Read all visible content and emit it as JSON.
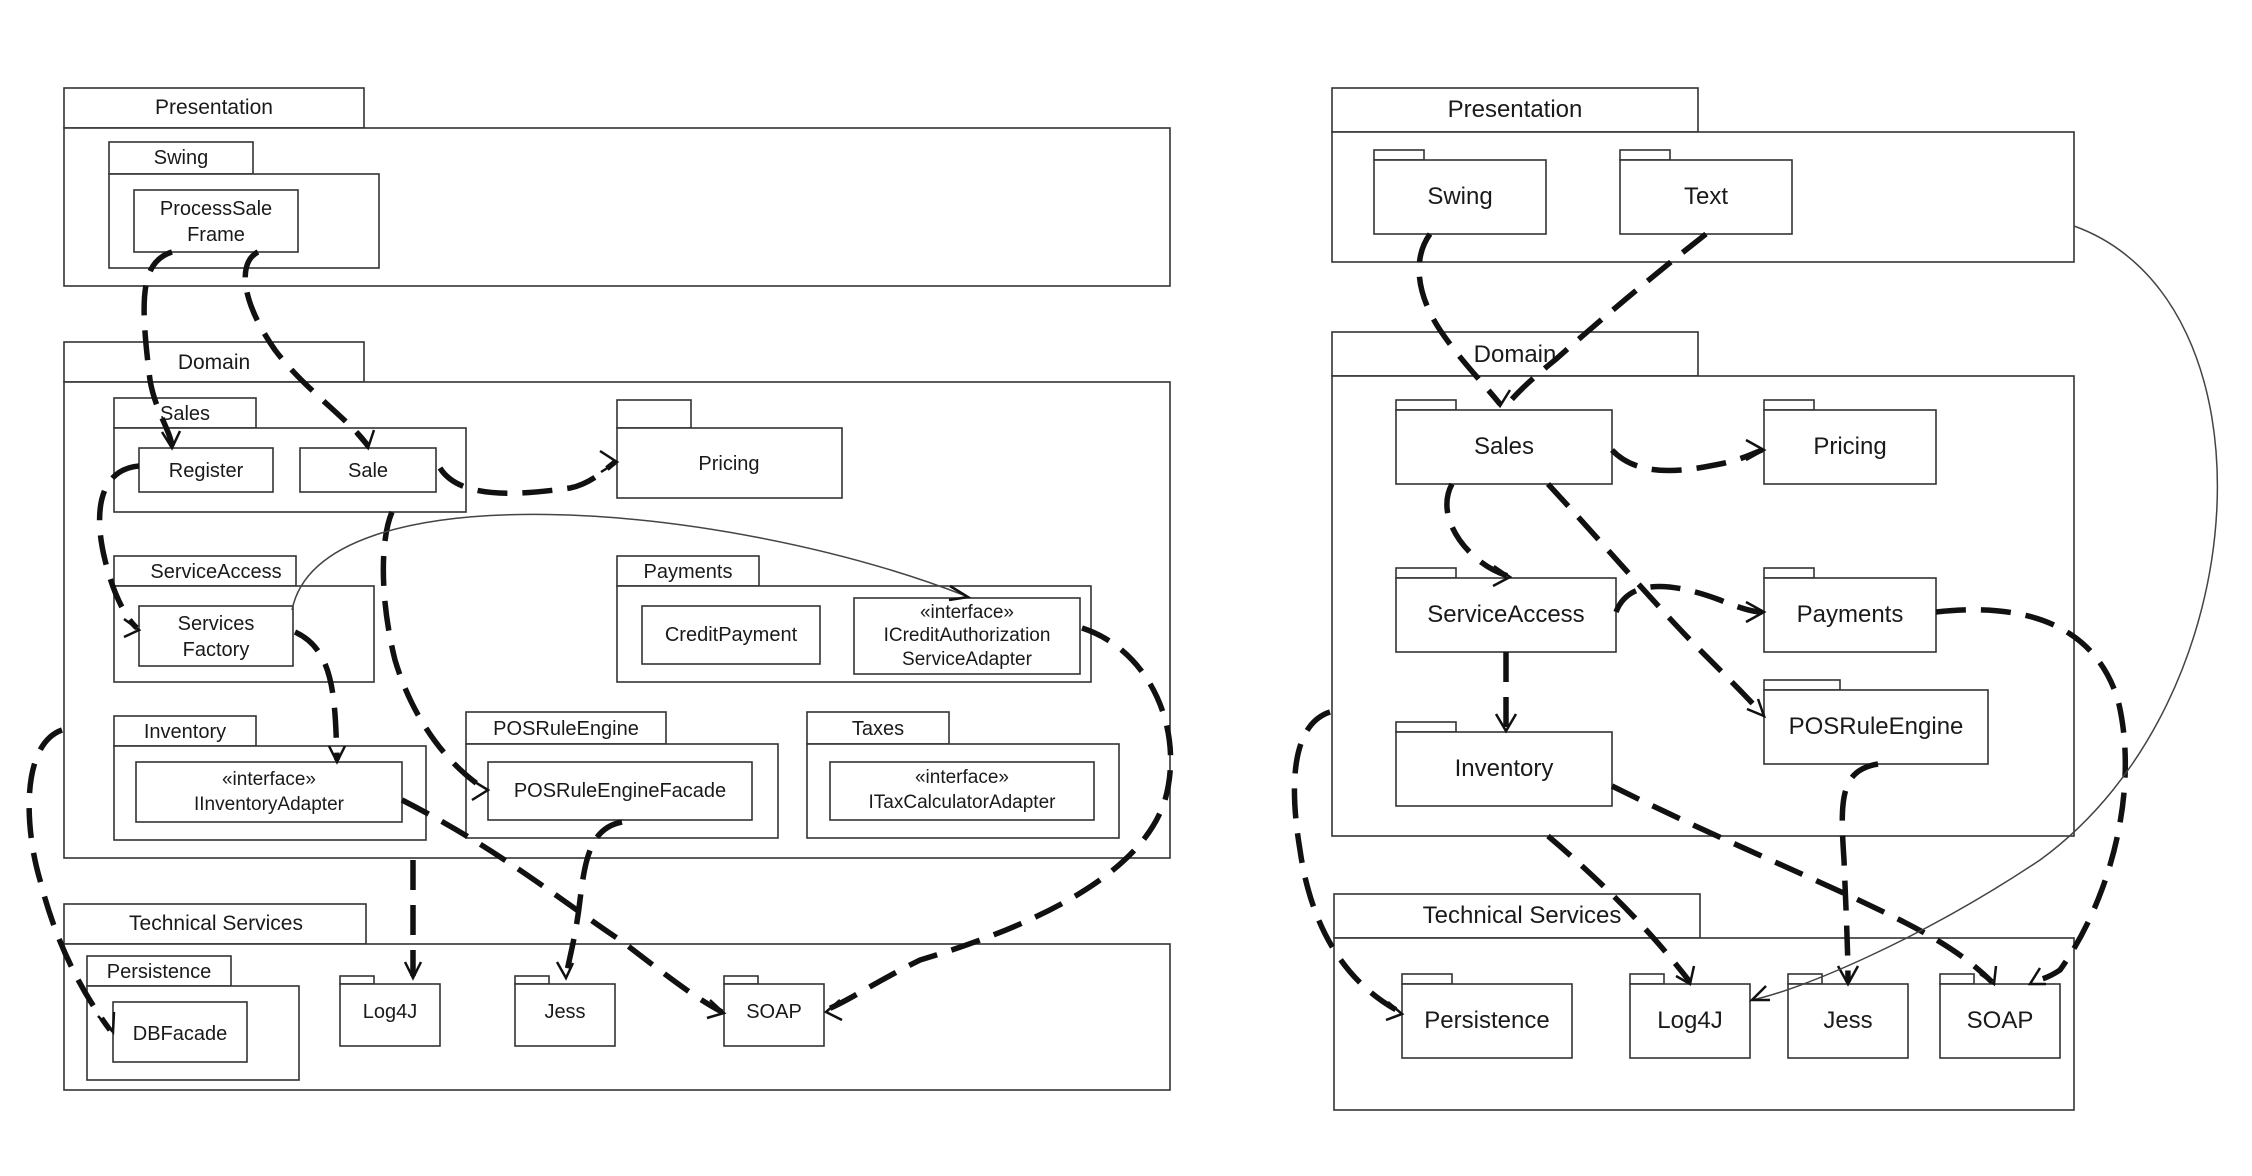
{
  "left": {
    "presentation": "Presentation",
    "swing": "Swing",
    "process_sale_frame": [
      "ProcessSale",
      "Frame"
    ],
    "domain": "Domain",
    "sales": "Sales",
    "register": "Register",
    "sale": "Sale",
    "pricing": "Pricing",
    "service_access": "ServiceAccess",
    "services_factory": [
      "Services",
      "Factory"
    ],
    "payments": "Payments",
    "credit_payment": "CreditPayment",
    "icredit_auth": [
      "«interface»",
      "ICreditAuthorization",
      "ServiceAdapter"
    ],
    "inventory": "Inventory",
    "iinventory": [
      "«interface»",
      "IInventoryAdapter"
    ],
    "pos_rule_engine": "POSRuleEngine",
    "pos_rule_engine_facade": "POSRuleEngineFacade",
    "taxes": "Taxes",
    "itax": [
      "«interface»",
      "ITaxCalculatorAdapter"
    ],
    "technical_services": "Technical Services",
    "persistence": "Persistence",
    "db_facade": "DBFacade",
    "log4j": "Log4J",
    "jess": "Jess",
    "soap": "SOAP"
  },
  "right": {
    "presentation": "Presentation",
    "swing": "Swing",
    "text": "Text",
    "domain": "Domain",
    "sales": "Sales",
    "pricing": "Pricing",
    "service_access": "ServiceAccess",
    "payments": "Payments",
    "inventory": "Inventory",
    "pos_rule_engine": "POSRuleEngine",
    "technical_services": "Technical Services",
    "persistence": "Persistence",
    "log4j": "Log4J",
    "jess": "Jess",
    "soap": "SOAP"
  },
  "colors": {
    "line": "#222222",
    "background": "#ffffff"
  }
}
